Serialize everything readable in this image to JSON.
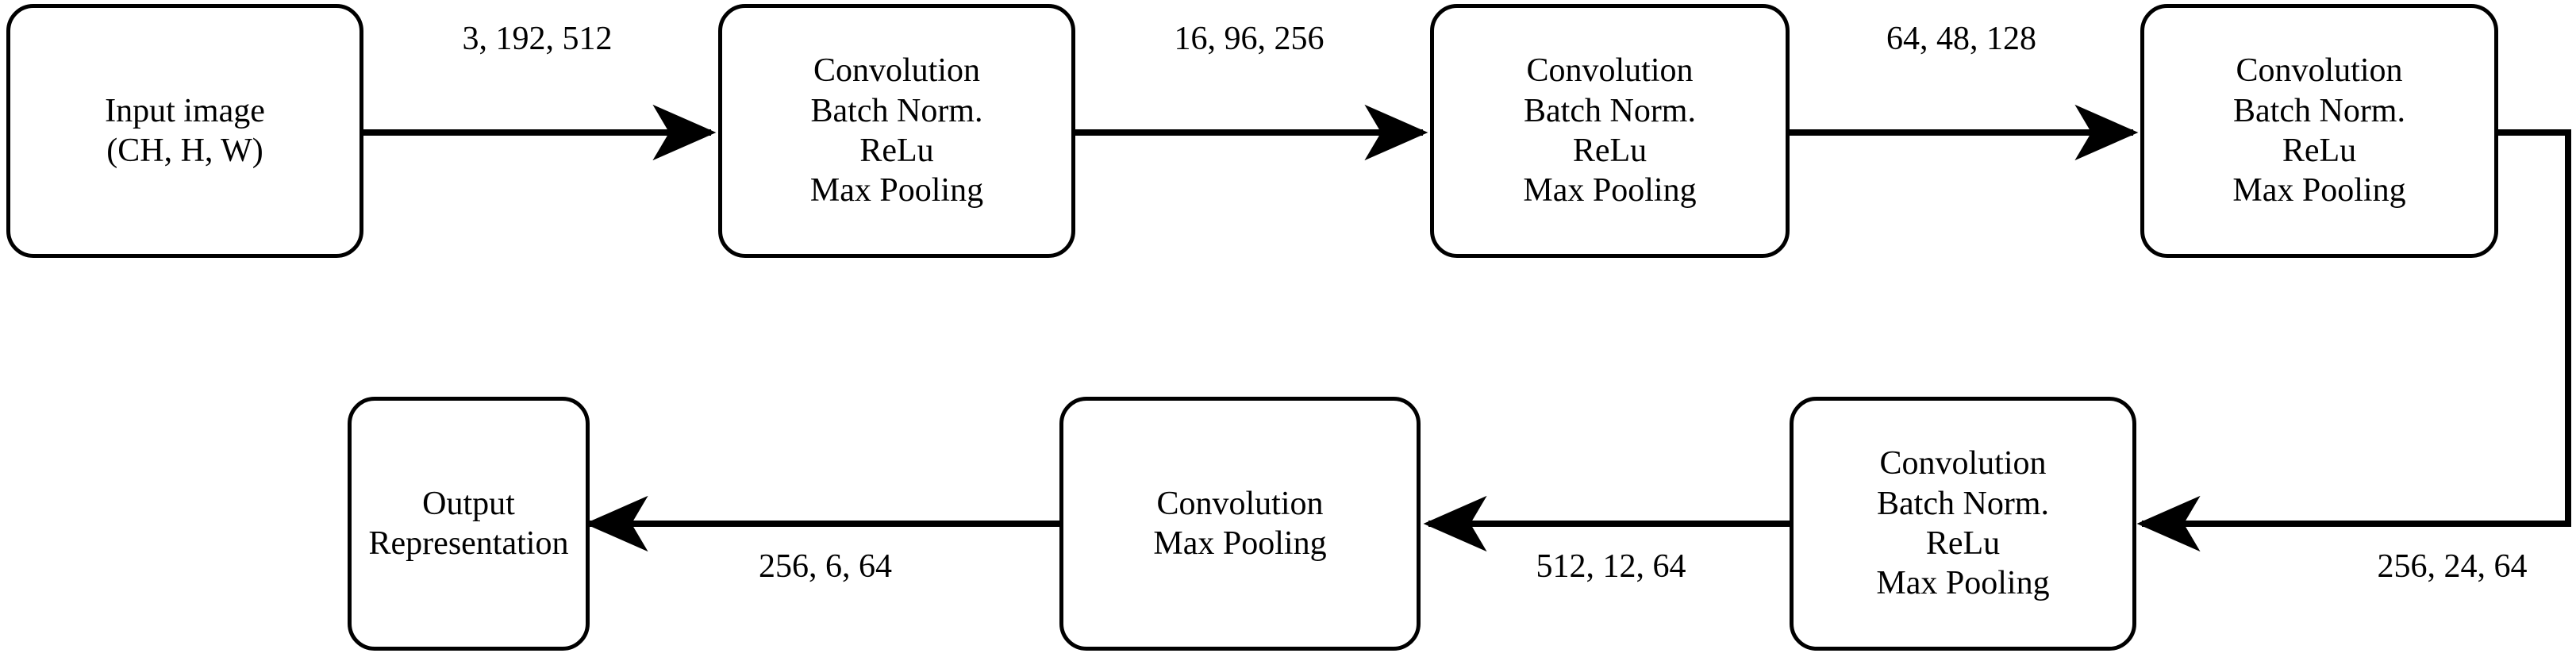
{
  "diagram": {
    "title": "CNN encoder architecture flow diagram",
    "stroke_color": "#000000",
    "background_color": "#ffffff",
    "nodes": [
      {
        "id": "input-image",
        "lines": [
          "Input image",
          "(CH, H, W)"
        ]
      },
      {
        "id": "conv-block-1",
        "lines": [
          "Convolution",
          "Batch Norm.",
          "ReLu",
          "Max Pooling"
        ]
      },
      {
        "id": "conv-block-2",
        "lines": [
          "Convolution",
          "Batch Norm.",
          "ReLu",
          "Max Pooling"
        ]
      },
      {
        "id": "conv-block-3",
        "lines": [
          "Convolution",
          "Batch Norm.",
          "ReLu",
          "Max Pooling"
        ]
      },
      {
        "id": "conv-block-4",
        "lines": [
          "Convolution",
          "Batch Norm.",
          "ReLu",
          "Max Pooling"
        ]
      },
      {
        "id": "conv-block-5",
        "lines": [
          "Convolution",
          "Max Pooling"
        ]
      },
      {
        "id": "output-representation",
        "lines": [
          "Output",
          "Representation"
        ]
      }
    ],
    "edge_labels": [
      {
        "id": "edge-label-1",
        "text": "3, 192, 512"
      },
      {
        "id": "edge-label-2",
        "text": "16, 96, 256"
      },
      {
        "id": "edge-label-3",
        "text": "64, 48, 128"
      },
      {
        "id": "edge-label-4",
        "text": "256, 24, 64"
      },
      {
        "id": "edge-label-5",
        "text": "512, 12, 64"
      },
      {
        "id": "edge-label-6",
        "text": "256, 6, 64"
      }
    ]
  }
}
